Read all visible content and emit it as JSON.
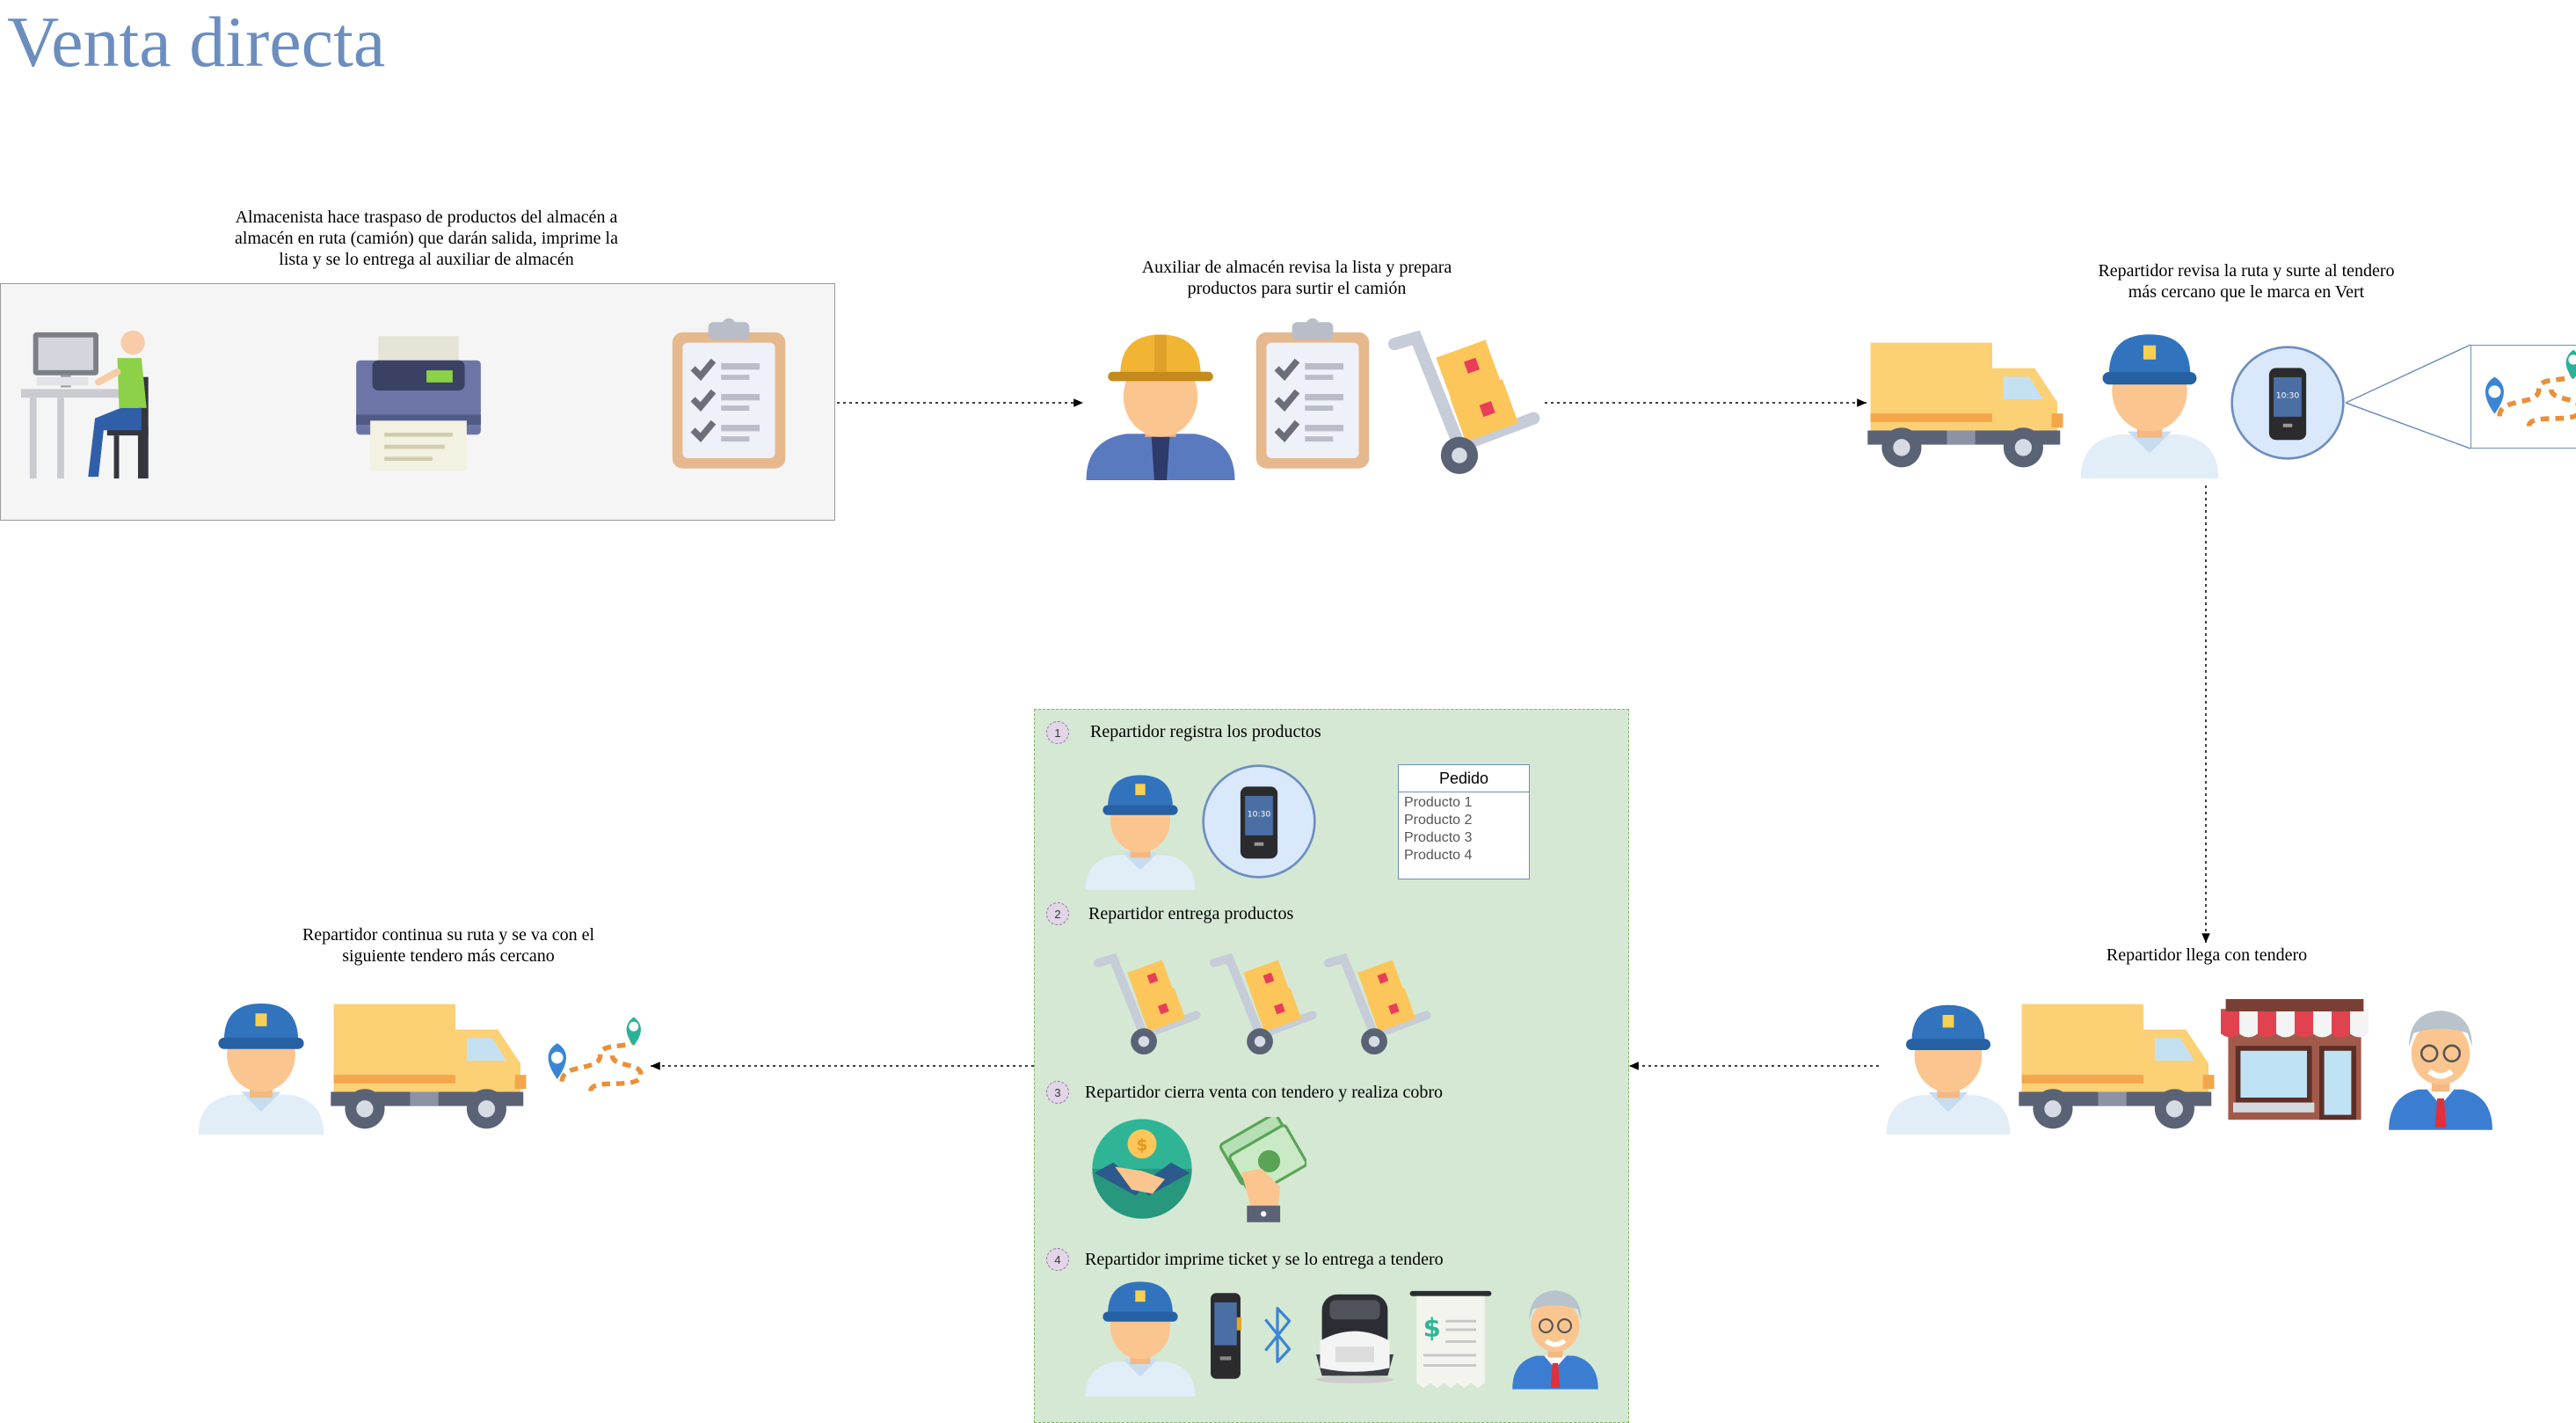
{
  "title": "Venta directa",
  "steps": {
    "almacenista": "Almacenista hace traspaso de productos del almacén a almacén en ruta (camión) que darán salida, imprime la lista y se lo entrega al auxiliar de almacén",
    "auxiliar": "Auxiliar de almacén revisa la lista y prepara productos para surtir el camión",
    "repartidor_revisa": "Repartidor revisa la ruta y surte al tendero más cercano que le marca en Vert",
    "repartidor_llega": "Repartidor llega con tendero",
    "repartidor_continua": "Repartidor continua su ruta y se va con el siguiente tendero más cercano"
  },
  "substeps": [
    {
      "num": "1",
      "label": "Repartidor registra los productos"
    },
    {
      "num": "2",
      "label": "Repartidor entrega productos"
    },
    {
      "num": "3",
      "label": "Repartidor cierra venta con tendero y realiza cobro"
    },
    {
      "num": "4",
      "label": "Repartidor imprime ticket y se lo entrega a tendero"
    }
  ],
  "pedido": {
    "header": "Pedido",
    "items": [
      "Producto 1",
      "Producto 2",
      "Producto 3",
      "Producto 4"
    ]
  },
  "icons": {
    "worker": "worker-at-computer-icon",
    "printer": "printer-icon",
    "checklist": "checklist-icon",
    "helmet_worker": "construction-worker-icon",
    "hand_truck": "hand-truck-icon",
    "truck": "delivery-truck-icon",
    "delivery_man": "delivery-man-icon",
    "handheld": "handheld-scanner-icon",
    "route_map": "route-map-icon",
    "store": "store-icon",
    "shopkeeper": "shopkeeper-icon",
    "handshake": "handshake-payment-icon",
    "cash": "cash-payment-icon",
    "bluetooth": "bluetooth-icon",
    "mobile_printer": "mobile-printer-icon",
    "receipt": "receipt-icon"
  },
  "colors": {
    "title": "#6c8ebf",
    "connector": "#000000",
    "box_fill": "#f5f5f5",
    "green_fill": "#d5e8d4",
    "badge_fill": "#e1d5e7"
  }
}
